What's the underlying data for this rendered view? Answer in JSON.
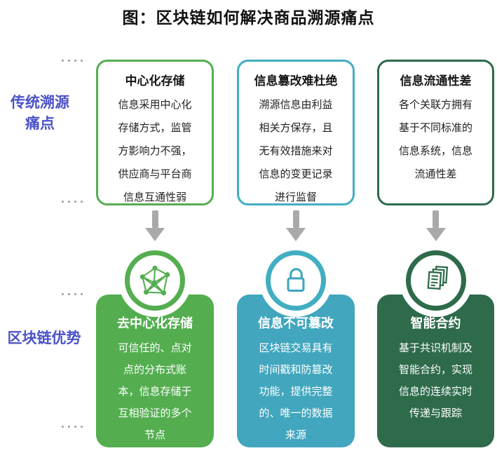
{
  "title": "图：区块链如何解决商品溯源痛点",
  "row_labels": {
    "pain": "传统溯源痛点",
    "advantage": "区块链优势"
  },
  "columns": [
    {
      "theme": "green",
      "pain": {
        "title": "中心化存储",
        "body": "信息采用中心化存储方式，监管方影响力不强，供应商与平台商信息互通性弱"
      },
      "icon": "network-icon",
      "advantage": {
        "title": "去中心化存储",
        "body": "可信任的、点对点的分布式账本，信息存储于互相验证的多个节点"
      }
    },
    {
      "theme": "teal",
      "pain": {
        "title": "信息篡改难杜绝",
        "body": "溯源信息由利益相关方保存，且无有效措施来对信息的变更记录进行监督"
      },
      "icon": "lock-icon",
      "advantage": {
        "title": "信息不可篡改",
        "body": "区块链交易具有时间戳和防篡改功能，提供完整的、唯一的数据来源"
      }
    },
    {
      "theme": "dark-green",
      "pain": {
        "title": "信息流通性差",
        "body": "各个关联方拥有基于不同标准的信息系统，信息流通性差"
      },
      "icon": "documents-icon",
      "advantage": {
        "title": "智能合约",
        "body": "基于共识机制及智能合约，实现信息的连续实时传递与跟踪"
      }
    }
  ],
  "colors": {
    "green": "#54ae50",
    "teal": "#41a6be",
    "dark_green": "#2e6b4b",
    "label_blue": "#4a52c6",
    "arrow_gray": "#a9a9a9",
    "title_black": "#111111"
  }
}
